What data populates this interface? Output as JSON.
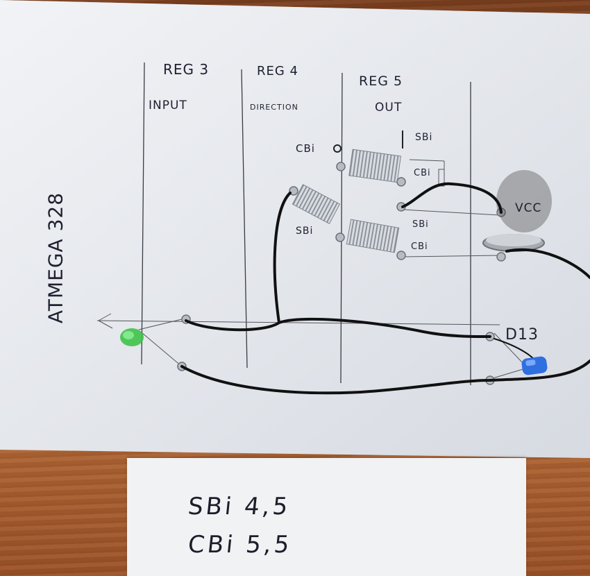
{
  "sheet": {
    "chip_label": "ATMEGA 328",
    "columns": [
      {
        "reg": "REG 3",
        "role": "INPUT"
      },
      {
        "reg": "REG 4",
        "role": "DIRECTION"
      },
      {
        "reg": "REG 5",
        "role": "OUT"
      }
    ],
    "terminal_labels": {
      "cbi_top": "CBi",
      "sbi_top": "SBi",
      "cbi_right": "CBi",
      "sbi_mid": "SBi",
      "sbi_lower": "SBi",
      "cbi_lower": "CBi",
      "vcc": "VCC",
      "d13": "D13"
    }
  },
  "note": {
    "line1": "SBi 4,5",
    "line2": "CBi 5,5"
  },
  "colors": {
    "paper": "#e6e9ef",
    "wire": "#111111",
    "led_green": "#3ec24a",
    "led_blue": "#2f6fe0",
    "wood": "#a45a2c"
  }
}
